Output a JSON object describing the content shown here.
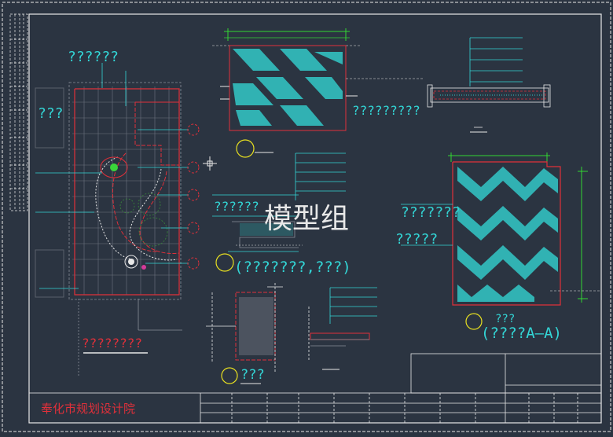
{
  "colors": {
    "background": "#2b3441",
    "frame": "#e8e8e8",
    "leader": "#33d6d6",
    "boundary": "#e0303a",
    "dimension": "#33d633",
    "hatch": "#33c8c8",
    "marker": "#e8e020",
    "organization": "#e0303a",
    "watermark": "#e8e8e8"
  },
  "watermark": "模型组",
  "title_block": {
    "organization": "奉化市规划设计院"
  },
  "labels": {
    "plan_top": "??????",
    "plan_left": "???",
    "plan_bottom": "????????",
    "hatch_a_right": "?????????",
    "note_center": "??????",
    "section_caption": "(???????,???)",
    "stair_caption": "???",
    "hatch_b_left_1": "???????",
    "hatch_b_left_2": "?????",
    "hatch_b_caption": "(????A—A)",
    "hatch_b_caption_top": "???"
  },
  "icons": {
    "crosshair": "crosshair-icon",
    "section_marker": "section-marker-icon"
  }
}
